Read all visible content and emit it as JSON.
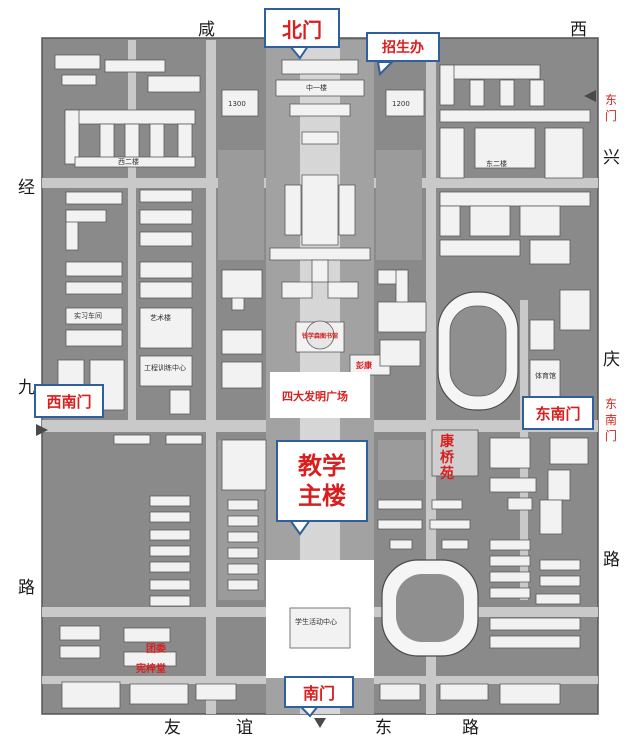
{
  "colors": {
    "background": "#ffffff",
    "block": "#8a8a8a",
    "block_light": "#b3b3b3",
    "building": "#f2f2f2",
    "outline": "#4a4a4a",
    "callout_border": "#2f5f9c",
    "callout_text": "#d81f1f",
    "road_text": "#1a1a1a"
  },
  "roads": {
    "north": [
      "咸",
      "西"
    ],
    "west": [
      "经",
      "九",
      "路"
    ],
    "east": [
      "兴",
      "庆",
      "路"
    ],
    "south": [
      "友",
      "谊",
      "东",
      "路"
    ]
  },
  "east_gate_vertical": "东门",
  "east_south_vertical": "东南门",
  "callouts": {
    "north_gate": "北门",
    "admissions": "招生办",
    "west_south_gate": "西南门",
    "east_south_gate": "东南门",
    "main_building_line1": "教学",
    "main_building_line2": "主楼",
    "south_gate": "南门"
  },
  "landmarks": {
    "square": "四大发明广场",
    "kangqiao": "康桥苑",
    "tuanwei": "团委",
    "xianzitang": "宪梓堂",
    "pengkang": "彭康",
    "qianxuesen": "钱学森图书馆"
  },
  "building_labels": {
    "zhongyi": "中一楼",
    "xier": "西二楼",
    "donger": "东二楼",
    "tiyuguan": "体育馆",
    "xuesheng": "学生活动中心",
    "yiyong": "艺术楼",
    "shihuan": "实习车间",
    "gongshi": "工程训练中心",
    "hall_1300": "1300",
    "hall_1200": "1200"
  }
}
